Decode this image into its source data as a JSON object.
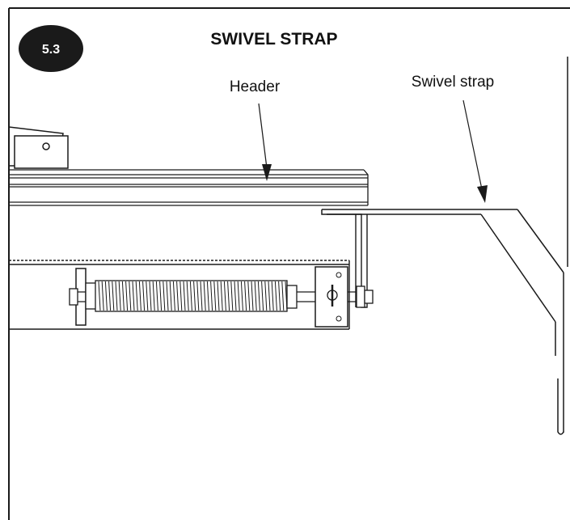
{
  "step_number": "5.3",
  "title": "SWIVEL STRAP",
  "callouts": {
    "header": "Header",
    "swivel_strap": "Swivel strap"
  },
  "colors": {
    "line": "#1a1a1a",
    "badge": "#1a1a1a",
    "background": "#ffffff"
  }
}
